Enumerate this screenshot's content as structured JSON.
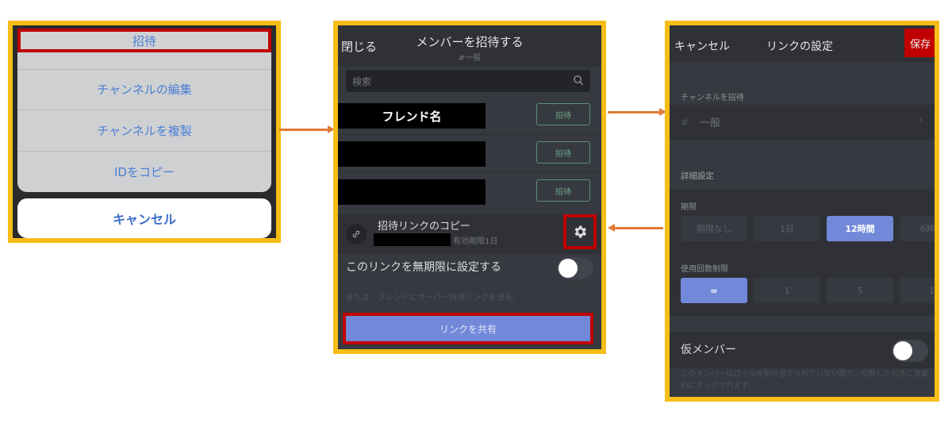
{
  "colors": {
    "frame_border": "#f6bd16",
    "highlight_border": "#c00000",
    "arrow": "#e07b35",
    "blurple": "#7289da",
    "ios_blue": "#4a7fd6"
  },
  "action_sheet": {
    "items": [
      {
        "label": "招待",
        "highlighted": true
      },
      {
        "label": "チャンネルの編集"
      },
      {
        "label": "チャンネルを複製"
      },
      {
        "label": "IDをコピー"
      }
    ],
    "cancel_label": "キャンセル"
  },
  "invite_panel": {
    "close_label": "閉じる",
    "title": "メンバーを招待する",
    "subtitle": "#一般",
    "search": {
      "placeholder": "検索",
      "icon": "search-icon"
    },
    "friends": [
      {
        "name": "フレンド名",
        "invite_label": "招待"
      },
      {
        "name": "",
        "invite_label": "招待"
      },
      {
        "name": "",
        "invite_label": "招待"
      }
    ],
    "invite_link": {
      "title": "招待リンクのコピー",
      "expiry": "有効期限1日",
      "link_icon": "link-icon",
      "settings_icon": "gear-icon"
    },
    "permanent_label": "このリンクを無期限に設定する",
    "permanent_enabled": false,
    "hint": "または、フレンドにサーバー招待リンクを送る。",
    "share_label": "リンクを共有"
  },
  "link_settings": {
    "cancel_label": "キャンセル",
    "title": "リンクの設定",
    "save_label": "保存",
    "invite_channel_label": "チャンネルを招待",
    "channel": {
      "hash": "#",
      "name": "一般",
      "chevron": "›"
    },
    "advanced_label": "詳細設定",
    "expire": {
      "label": "期限",
      "options": [
        "期限なし",
        "1日",
        "12時間",
        "6時"
      ],
      "selected": "12時間"
    },
    "max_uses": {
      "label": "使用回数制限",
      "options": [
        "∞",
        "1",
        "5",
        "1"
      ],
      "selected": "∞"
    },
    "temporary": {
      "label": "仮メンバー",
      "enabled": false,
      "hint": "このメンバーはロールが割り当てられていない限り、切断したときに自動的にキックされます。"
    }
  }
}
